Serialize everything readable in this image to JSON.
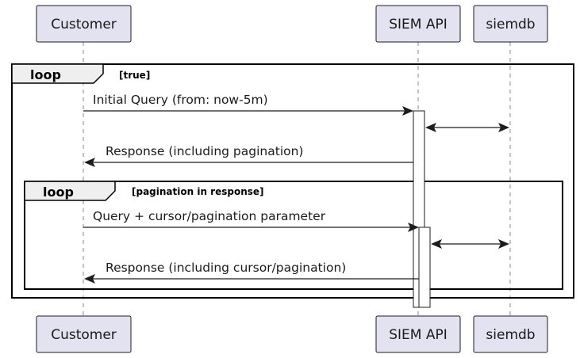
{
  "participants": {
    "customer": {
      "label": "Customer"
    },
    "siem_api": {
      "label": "SIEM API"
    },
    "siemdb": {
      "label": "siemdb"
    }
  },
  "frames": {
    "outer": {
      "keyword": "loop",
      "guard": "[true]"
    },
    "inner": {
      "keyword": "loop",
      "guard": "[pagination in response]"
    }
  },
  "messages": [
    {
      "from": "customer",
      "to": "siem_api",
      "label": "Initial Query (from: now-5m)"
    },
    {
      "from": "siem_api",
      "to": "siemdb",
      "label": "",
      "bidirectional": true
    },
    {
      "from": "siem_api",
      "to": "customer",
      "label": "Response (including pagination)"
    },
    {
      "from": "customer",
      "to": "siem_api",
      "label": "Query + cursor/pagination parameter"
    },
    {
      "from": "siem_api",
      "to": "siemdb",
      "label": "",
      "bidirectional": true
    },
    {
      "from": "siem_api",
      "to": "customer",
      "label": "Response (including cursor/pagination)"
    }
  ],
  "colors": {
    "participant_fill": "#e2e2f0",
    "frame_tab_fill": "#efefef",
    "line": "#1c1c1c",
    "lifeline": "#8a8a8a"
  }
}
